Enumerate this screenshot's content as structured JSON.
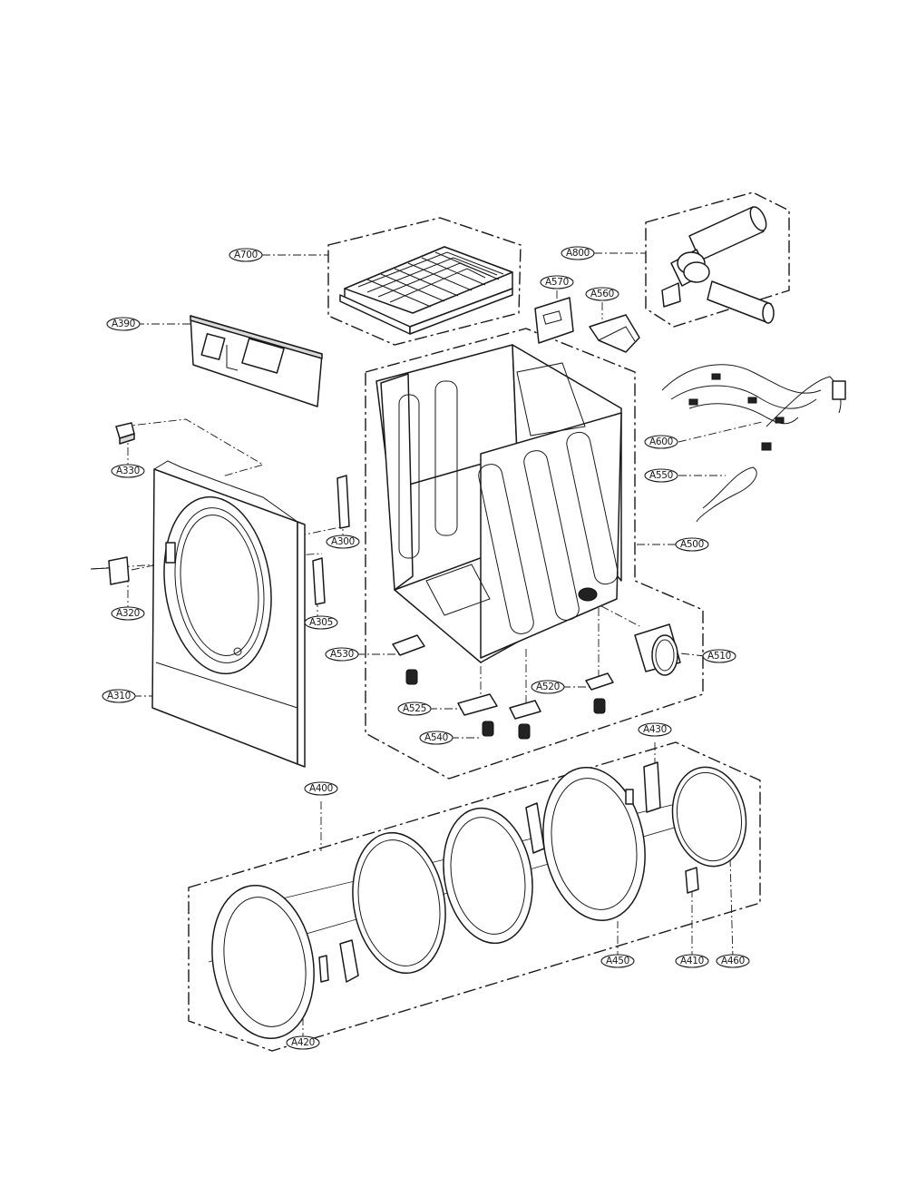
{
  "diagram": {
    "labels": {
      "A700": "A700",
      "A800": "A800",
      "A570": "A570",
      "A560": "A560",
      "A390": "A390",
      "A600": "A600",
      "A330": "A330",
      "A550": "A550",
      "A300": "A300",
      "A500": "A500",
      "A320": "A320",
      "A305": "A305",
      "A530": "A530",
      "A510": "A510",
      "A520": "A520",
      "A310": "A310",
      "A525": "A525",
      "A540": "A540",
      "A430": "A430",
      "A400": "A400",
      "A450": "A450",
      "A410": "A410",
      "A460": "A460",
      "A420": "A420"
    }
  }
}
